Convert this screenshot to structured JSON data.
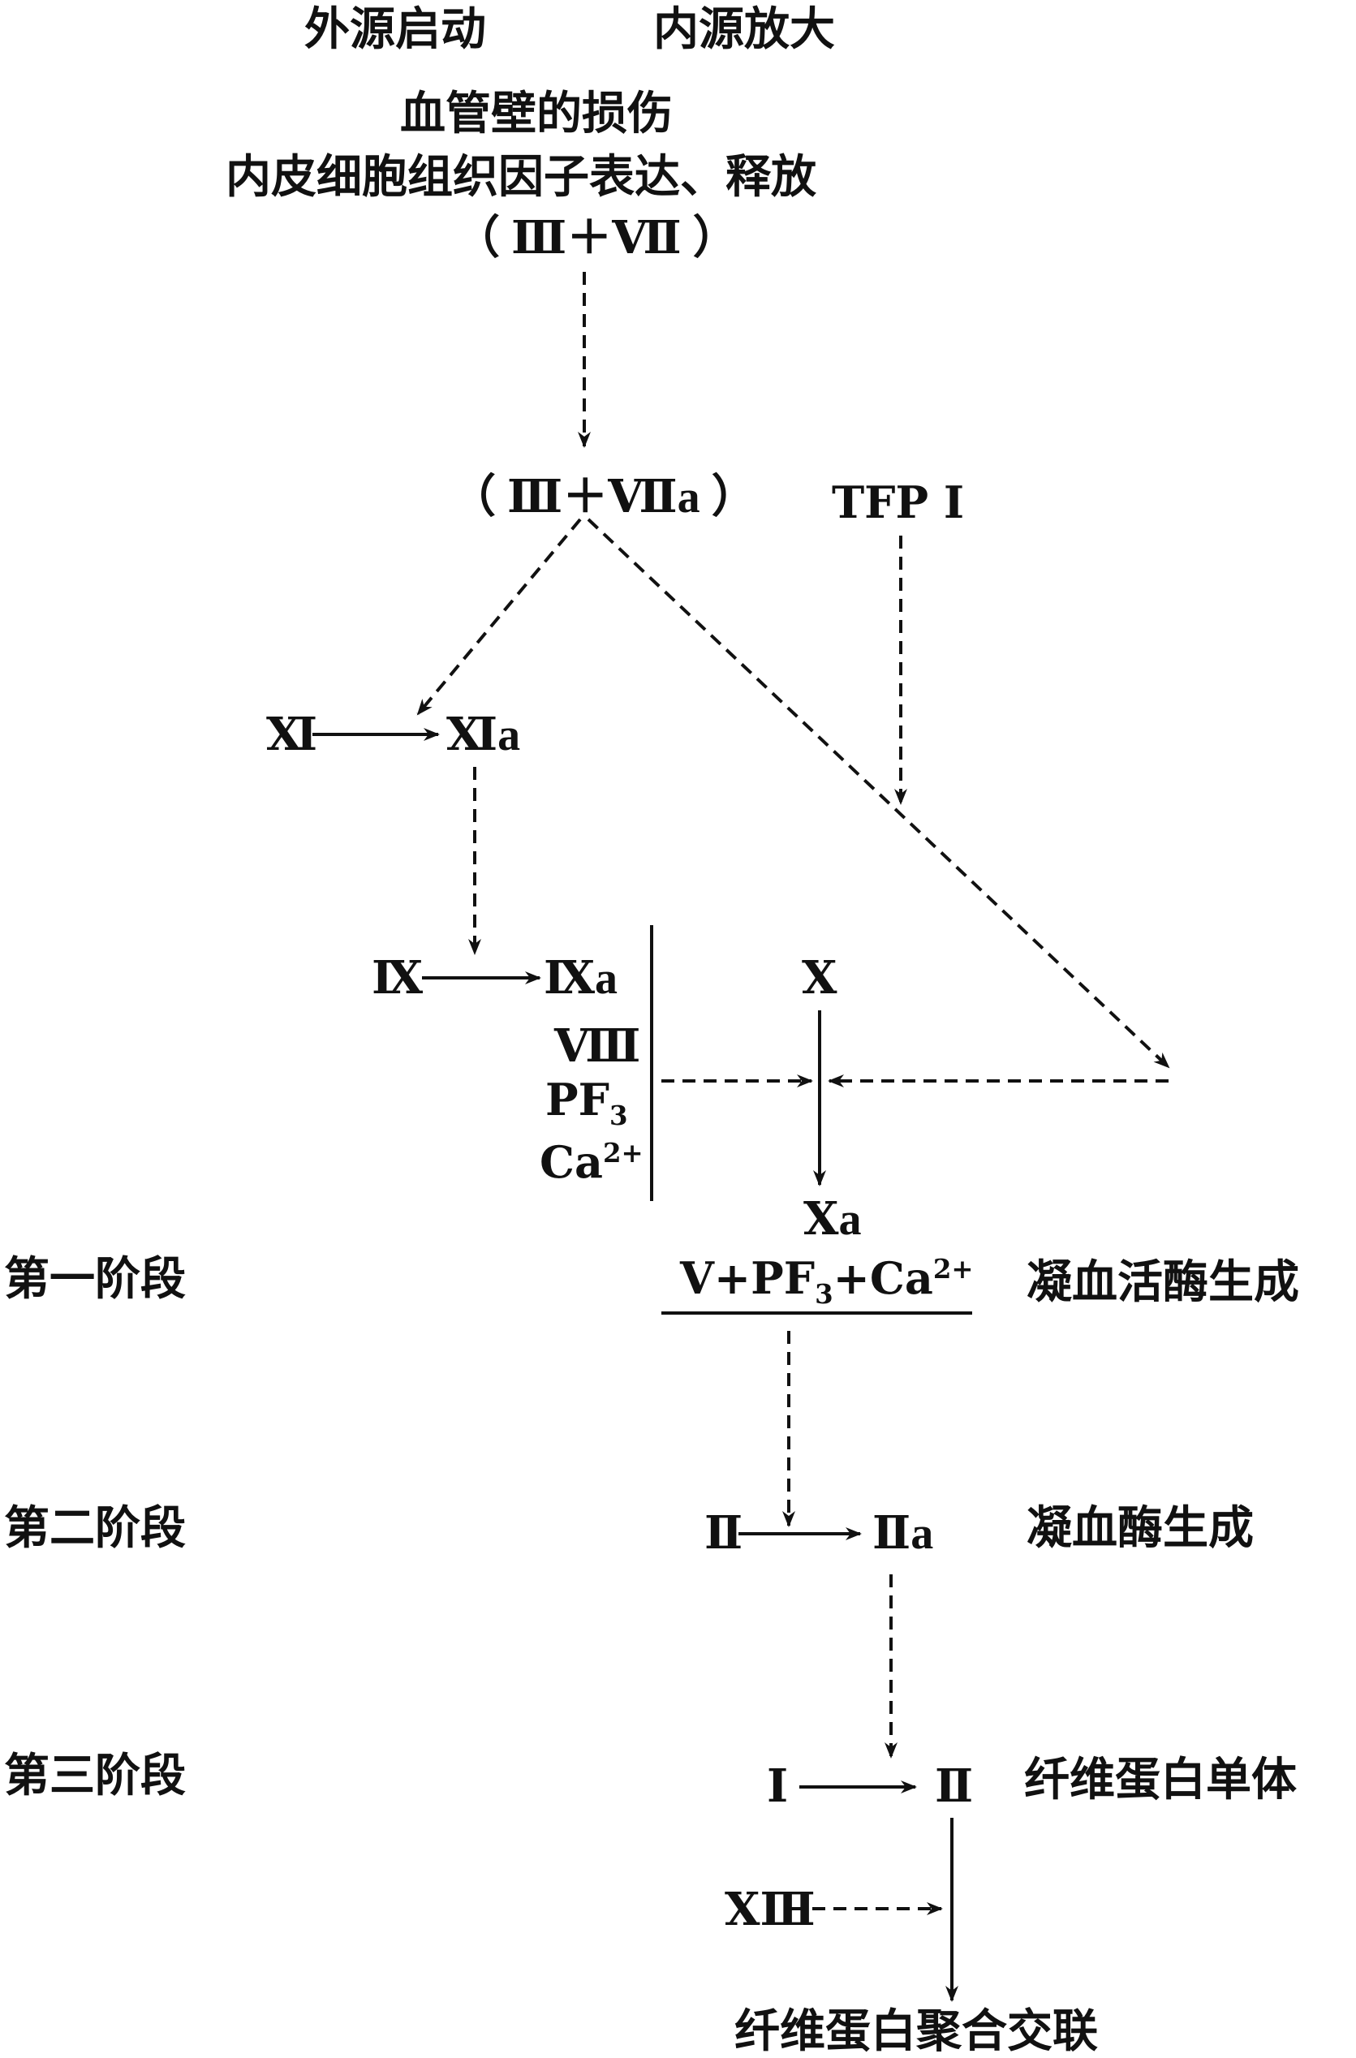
{
  "header": {
    "extrinsic": "外源启动",
    "intrinsic": "内源放大"
  },
  "start": {
    "line1": "血管壁的损伤",
    "line2": "内皮细胞组织因子表达、释放",
    "line3": "（ Ⅲ＋Ⅶ ）"
  },
  "nodes": {
    "complex": "（ Ⅲ＋Ⅶa ）",
    "tfpi": "TFP Ⅰ",
    "xi": "Ⅺ",
    "xia": "Ⅺa",
    "ix": "Ⅸ",
    "ixa": "Ⅸa",
    "viii": "Ⅷ",
    "pf3_main": "PF",
    "pf3_sub": "3",
    "ca_main": "Ca",
    "ca_sup": "2+",
    "x": "Ⅹ",
    "xa": "Ⅹa",
    "cofactor_v": "Ⅴ+PF",
    "cofactor_sub": "3",
    "cofactor_ca": "+Ca",
    "cofactor_sup": "2+",
    "ii": "Ⅱ",
    "iia": "Ⅱa",
    "i": "Ⅰ",
    "ii_fibrin": "Ⅱ",
    "xiii": "ⅩⅢ",
    "final": "纤维蛋白聚合交联"
  },
  "stages": [
    {
      "label": "第一阶段",
      "result": "凝血活酶生成"
    },
    {
      "label": "第二阶段",
      "result": "凝血酶生成"
    },
    {
      "label": "第三阶段",
      "result": "纤维蛋白单体"
    }
  ]
}
